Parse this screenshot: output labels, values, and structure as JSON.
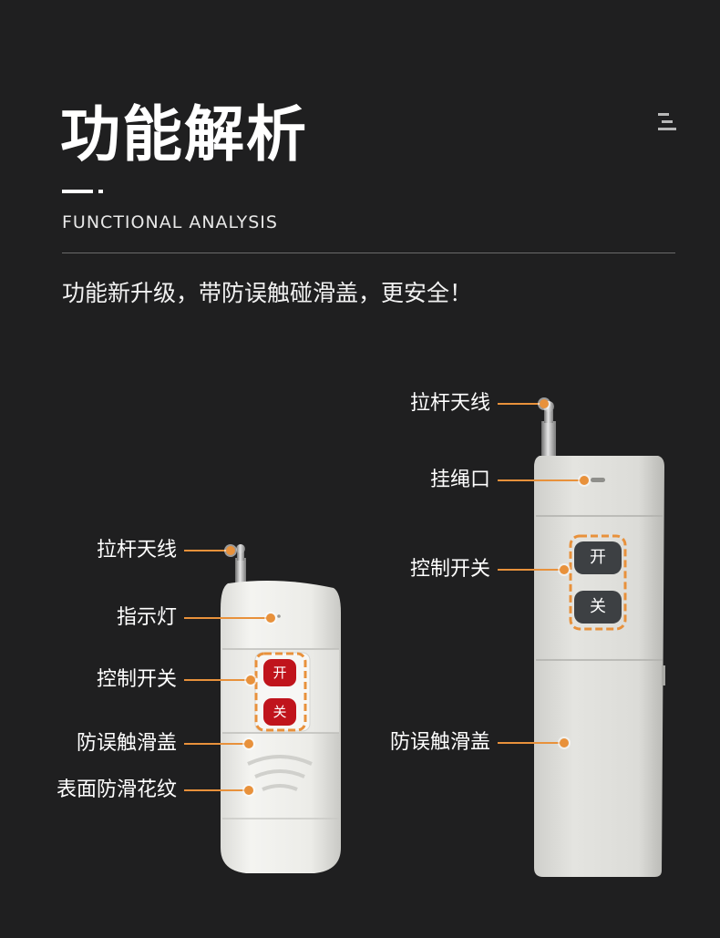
{
  "header": {
    "title": "功能解析",
    "subtitle": "FUNCTIONAL ANALYSIS",
    "tagline": "功能新升级，带防误触碰滑盖，更安全！"
  },
  "remote_small": {
    "button_on": "开",
    "button_off": "关",
    "labels": {
      "antenna": "拉杆天线",
      "indicator": "指示灯",
      "switch": "控制开关",
      "slide_cover": "防误触滑盖",
      "texture": "表面防滑花纹"
    }
  },
  "remote_large": {
    "button_on": "开",
    "button_off": "关",
    "labels": {
      "antenna": "拉杆天线",
      "lanyard": "挂绳口",
      "switch": "控制开关",
      "slide_cover": "防误触滑盖"
    }
  },
  "colors": {
    "background": "#1f1f20",
    "accent": "#e8913b",
    "button_red": "#c0141c",
    "button_dark": "#3d4043"
  }
}
